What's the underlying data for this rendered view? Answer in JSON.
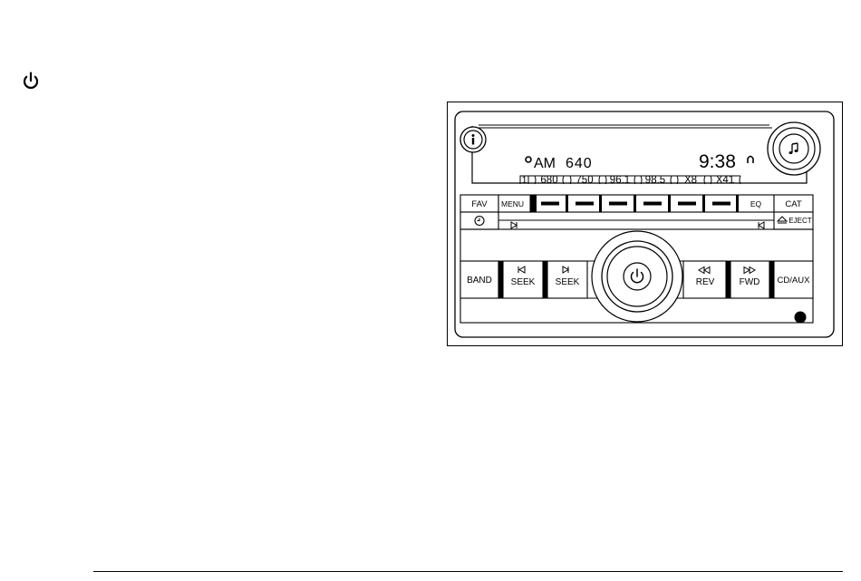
{
  "display": {
    "band": "AM",
    "frequency": "640",
    "clock": "9:38",
    "page_indicator": "1",
    "presets": [
      "680",
      "750",
      "96.1",
      "98.5",
      "X8",
      "X41"
    ]
  },
  "buttons": {
    "fav": "FAV",
    "menu": "MENU",
    "eq": "EQ",
    "cat": "CAT",
    "eject": "EJECT",
    "band": "BAND",
    "seek_back": "SEEK",
    "seek_forward": "SEEK",
    "rev": "REV",
    "fwd": "FWD",
    "cd_aux": "CD/AUX"
  },
  "icons": {
    "power": "power-icon",
    "info": "info-icon",
    "music": "music-note-icon",
    "clock": "clock-icon",
    "eject": "eject-icon",
    "seek_back": "seek-back-icon",
    "seek_forward": "seek-forward-icon",
    "rev": "rewind-icon",
    "fwd": "fast-forward-icon"
  }
}
